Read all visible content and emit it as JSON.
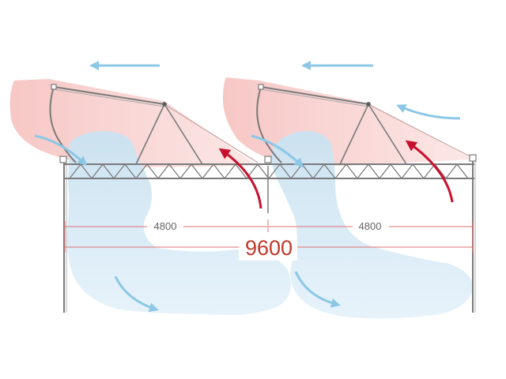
{
  "dimensions": {
    "bay_left": "4800",
    "bay_right": "4800",
    "total": "9600"
  },
  "colors": {
    "warm_air": "#f6c9c6",
    "cool_air": "#cfe6f3",
    "cool_arrow": "#8cc8e6",
    "warm_arrow": "#c8102e",
    "dimension_line": "#e07070",
    "dimension_text": "#c0392b",
    "structure": "#777777"
  },
  "icons": {
    "cool_airflow": "light-blue-arrow",
    "warm_airflow": "red-curved-arrow"
  }
}
